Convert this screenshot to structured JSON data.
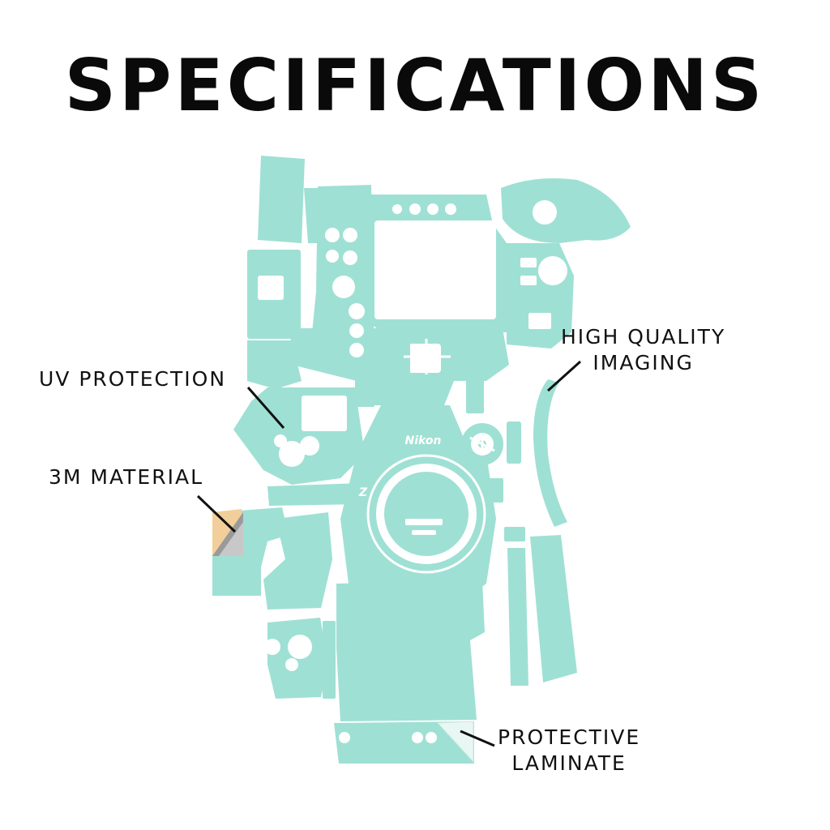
{
  "title": "SPECIFICATIONS",
  "brand_mark": "Nikon",
  "brand_badge": "Z",
  "callouts": {
    "uv": "UV PROTECTION",
    "material": "3M MATERIAL",
    "imaging": [
      "HIGH QUALITY",
      "IMAGING"
    ],
    "laminate": [
      "PROTECTIVE",
      "LAMINATE"
    ]
  },
  "colors": {
    "skin": "#9fe0d4",
    "background": "#ffffff",
    "text": "#111111",
    "backing": "#f2cf9a"
  }
}
